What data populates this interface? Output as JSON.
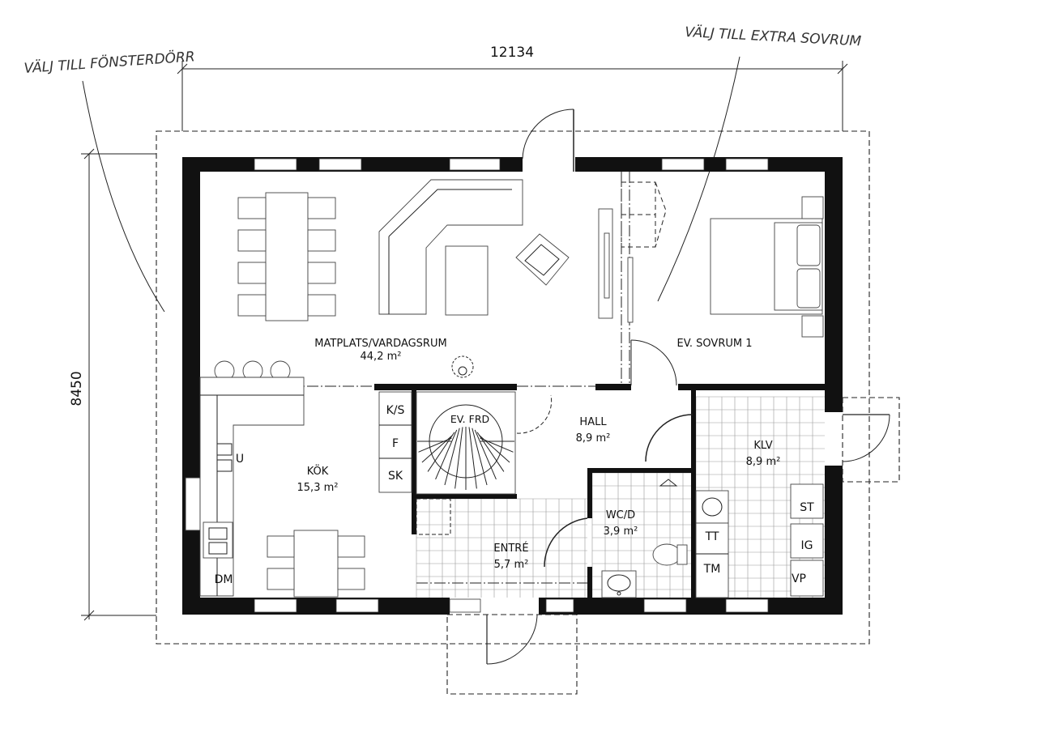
{
  "notes": {
    "left": "VÄLJ TILL FÖNSTERDÖRR",
    "right": "VÄLJ TILL EXTRA SOVRUM"
  },
  "dimensions": {
    "width": "12134",
    "height": "8450"
  },
  "rooms": {
    "living": {
      "name": "MATPLATS/VARDAGSRUM",
      "area": "44,2 m²"
    },
    "bedroom": {
      "name": "EV. SOVRUM 1",
      "area": ""
    },
    "kitchen": {
      "name": "KÖK",
      "area": "15,3 m²"
    },
    "hall": {
      "name": "HALL",
      "area": "8,9 m²"
    },
    "laundry": {
      "name": "KLV",
      "area": "8,9 m²"
    },
    "wc": {
      "name": "WC/D",
      "area": "3,9 m²"
    },
    "entry": {
      "name": "ENTRÉ",
      "area": "5,7 m²"
    },
    "stair": {
      "name": "EV. FRD",
      "area": ""
    }
  },
  "fixtures": {
    "ks": "K/S",
    "f": "F",
    "sk": "SK",
    "u": "U",
    "dm": "DM",
    "tt": "TT",
    "tm": "TM",
    "st": "ST",
    "ig": "IG",
    "vp": "VP"
  }
}
